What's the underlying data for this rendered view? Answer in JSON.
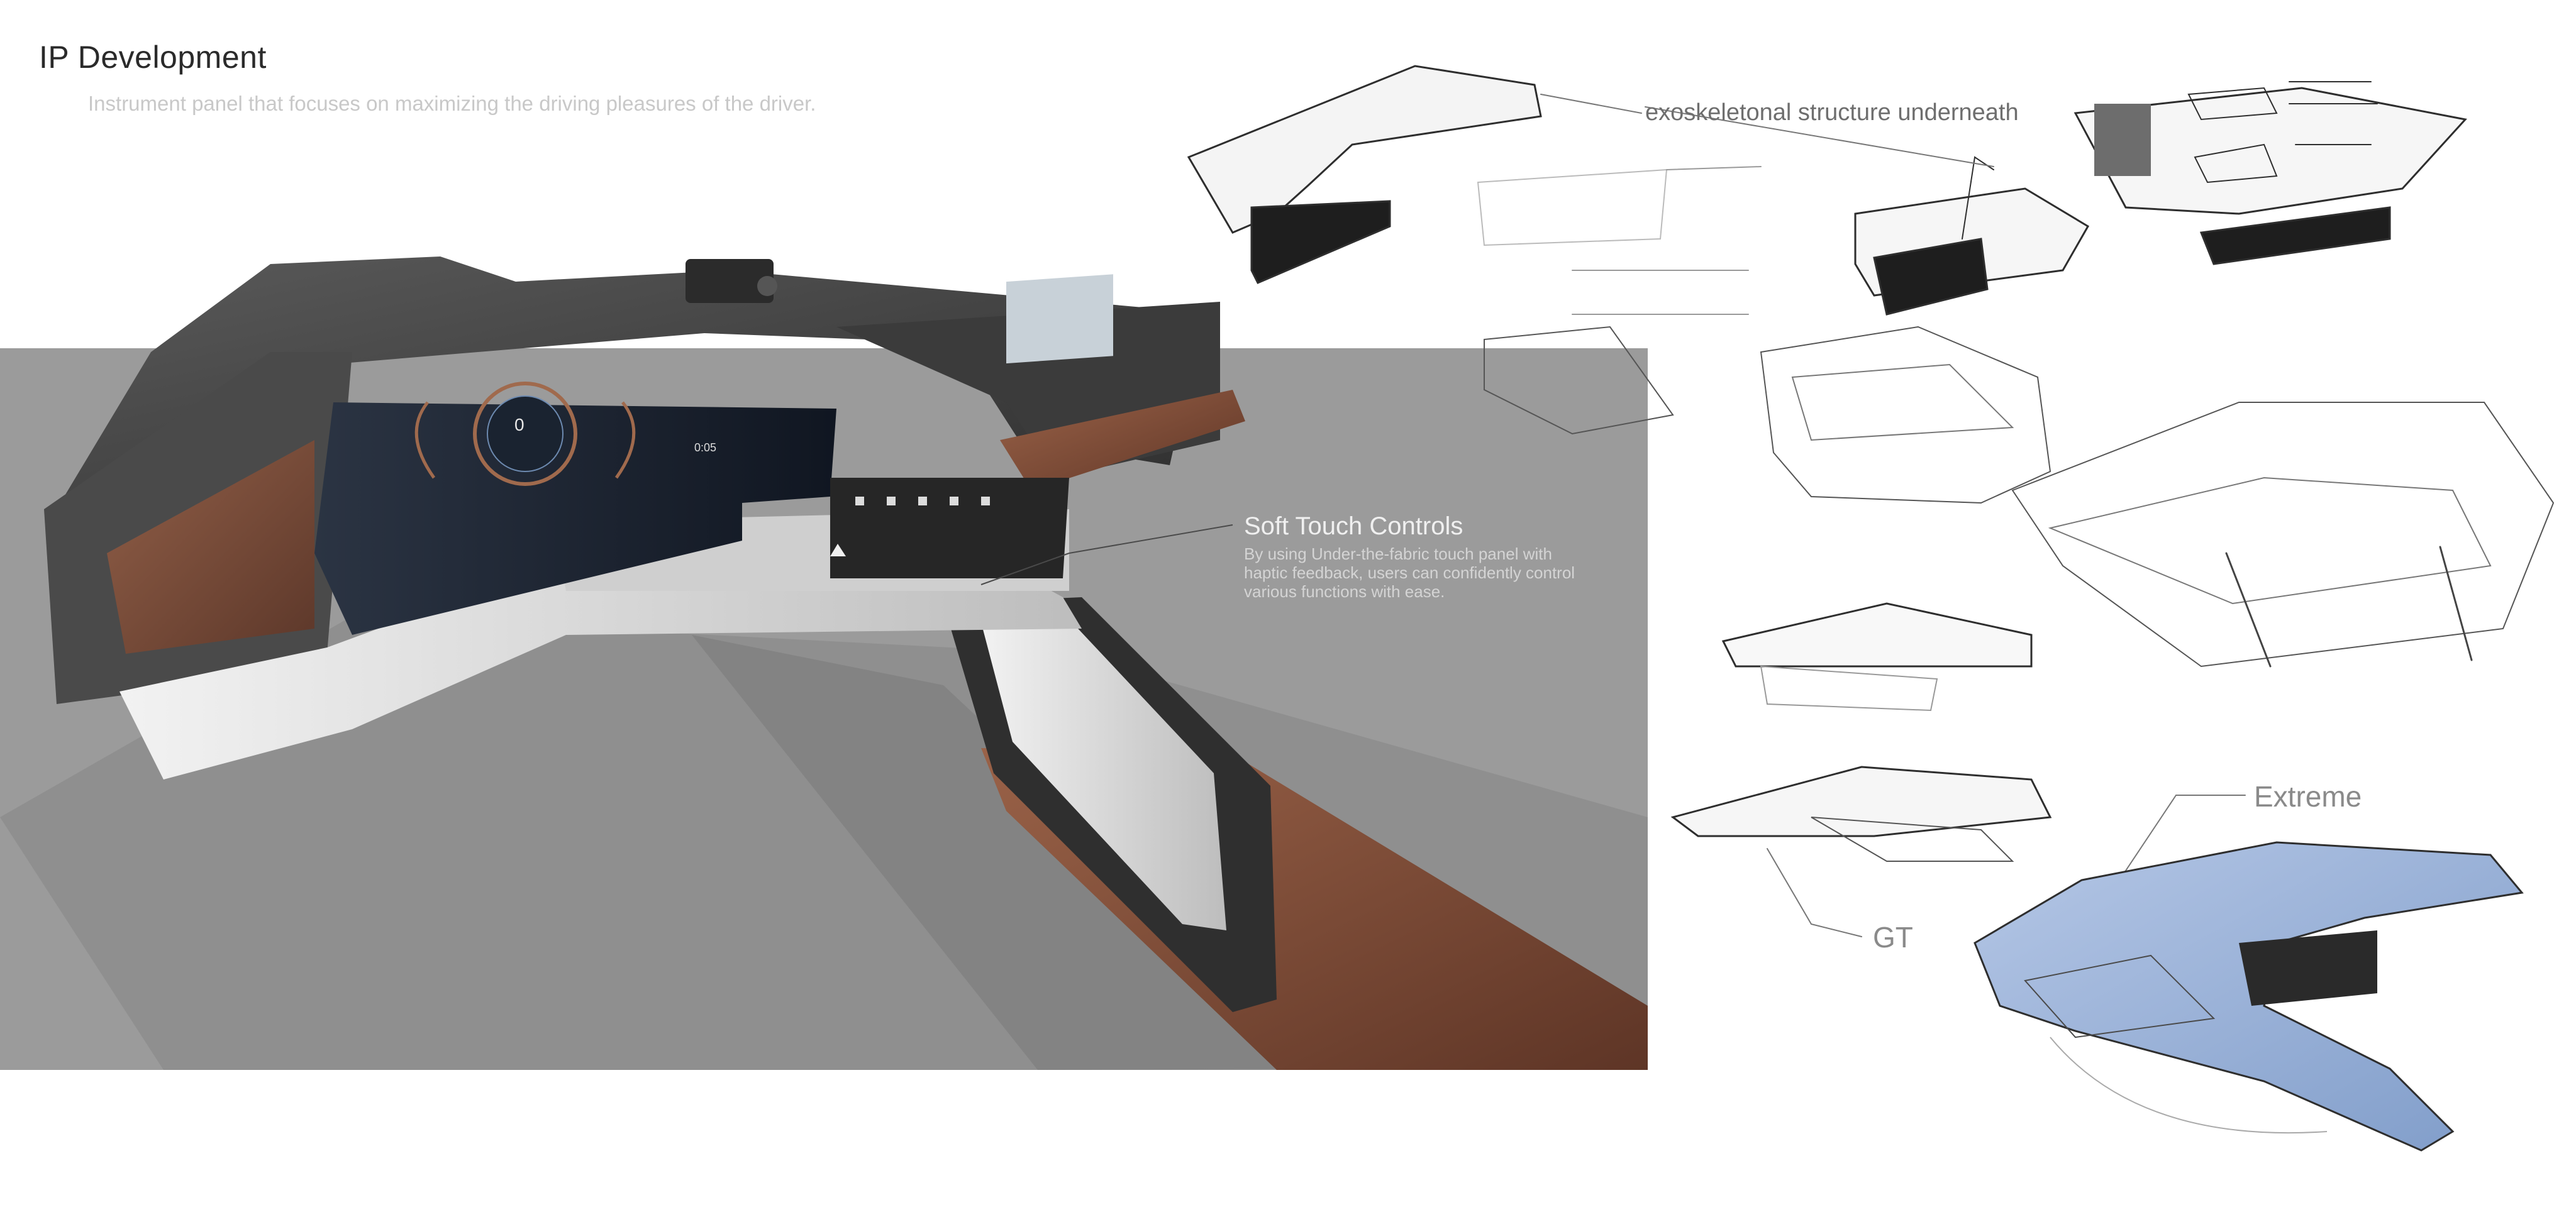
{
  "header": {
    "title": "IP Development",
    "subtitle": "Instrument panel that focuses on maximizing the driving pleasures of the driver."
  },
  "annotations": {
    "soft_touch_title": "Soft Touch Controls",
    "soft_touch_desc": "By using Under-the-fabric touch panel with haptic feedback, users can confidently control various functions with ease.",
    "exoskeleton": "exoskeletonal structure underneath",
    "extreme": "Extreme",
    "gt": "GT"
  },
  "cluster": {
    "speed": "0",
    "time": "0:05"
  },
  "colors": {
    "backdrop": "#9a9a9a",
    "leather": "#7a4a34",
    "dash_dark": "#3a3a3a",
    "fabric": "#d8d8d8",
    "blue_marker": "#9fb5d9"
  }
}
